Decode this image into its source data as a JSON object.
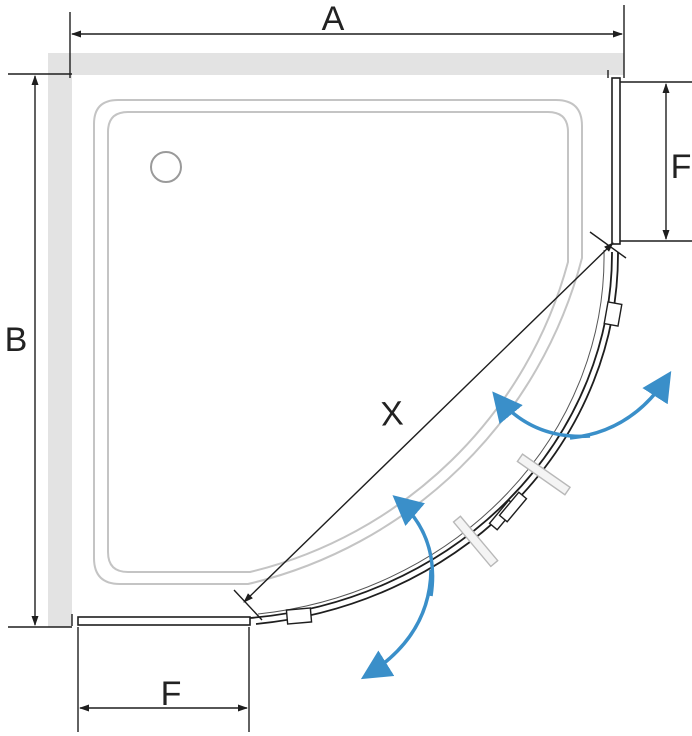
{
  "labels": {
    "width": "A",
    "depth": "B",
    "fixed_panel_right": "F",
    "fixed_panel_bottom": "F",
    "diagonal": "X"
  },
  "colors": {
    "wall": "#e3e3e3",
    "line": "#1e1e1e",
    "tray_outline": "#bfbfbf",
    "arrow": "#3a8fc9"
  },
  "icons": [
    "drain-icon",
    "door-open-arrow-icon",
    "door-handle-icon",
    "hinge-icon"
  ]
}
